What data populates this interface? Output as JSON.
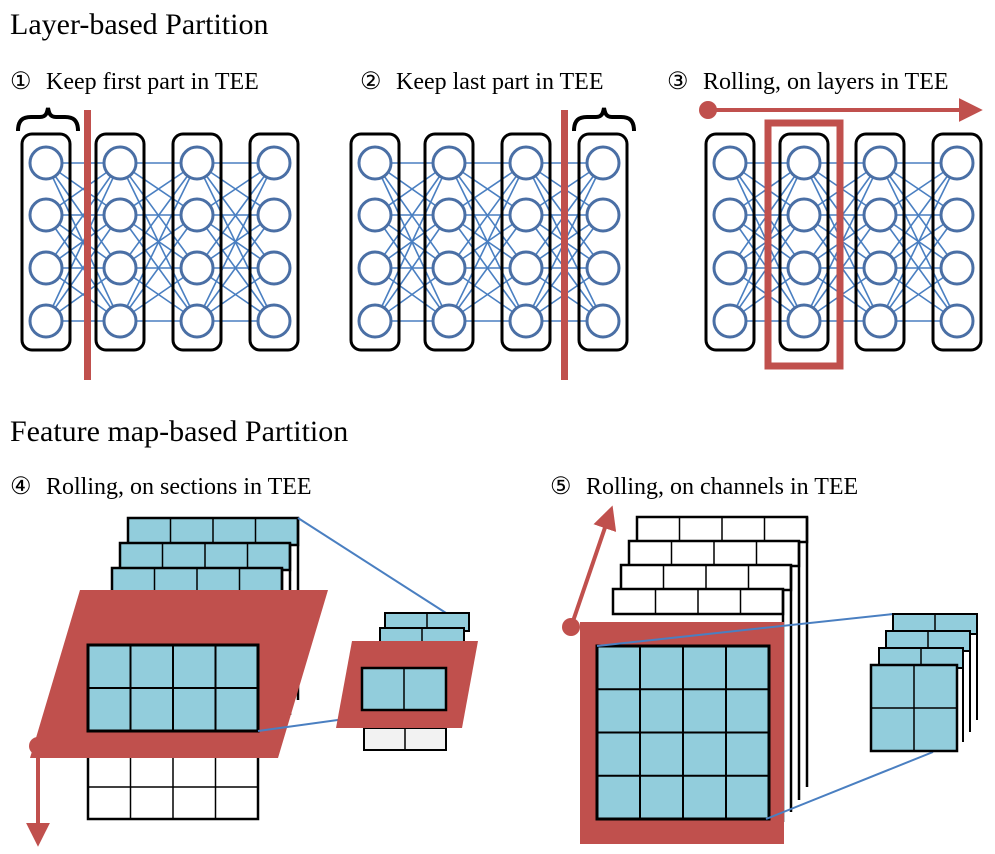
{
  "sections": {
    "layer": {
      "title": "Layer-based Partition"
    },
    "feature": {
      "title": "Feature map-based Partition"
    }
  },
  "panels": [
    {
      "number": "①",
      "label": "Keep first part in TEE"
    },
    {
      "number": "②",
      "label": "Keep last part in TEE"
    },
    {
      "number": "③",
      "label": "Rolling, on layers in TEE"
    },
    {
      "number": "④",
      "label": "Rolling, on sections in TEE"
    },
    {
      "number": "⑤",
      "label": "Rolling, on channels in TEE"
    }
  ],
  "colors": {
    "accent_red": "#c0504d",
    "node_blue": "#4a6fa5",
    "edge_blue": "#4a7fc1",
    "cell_fill": "#92cddc",
    "pale_cell": "#f2f2f2"
  },
  "icons": [
    "curly-brace-icon",
    "arrow-right-icon",
    "arrow-down-icon",
    "arrow-up-right-icon"
  ]
}
